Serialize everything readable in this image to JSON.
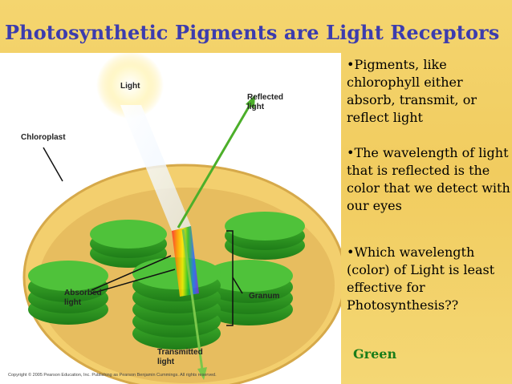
{
  "title": "Photosynthetic Pigments are Light Receptors",
  "diagram": {
    "light": "Light",
    "reflected_light": "Reflected light",
    "chloroplast": "Chloroplast",
    "absorbed_light": "Absorbed light",
    "granum": "Granum",
    "transmitted_light": "Transmitted light",
    "copyright": "Copyright © 2005 Pearson Education, Inc. Publishing as Pearson Benjamin Cummings. All rights reserved."
  },
  "bullets": [
    "•Pigments, like chlorophyll either absorb, transmit, or reflect light",
    "•The wavelength of light that is reflected is the color that we detect with our eyes",
    "•Which wavelength (color) of Light is least effective for Photosynthesis??"
  ],
  "answer": "Green",
  "colors": {
    "title": "#3c3cae",
    "answer": "#1a7d1a",
    "background": "#f3cf62"
  }
}
